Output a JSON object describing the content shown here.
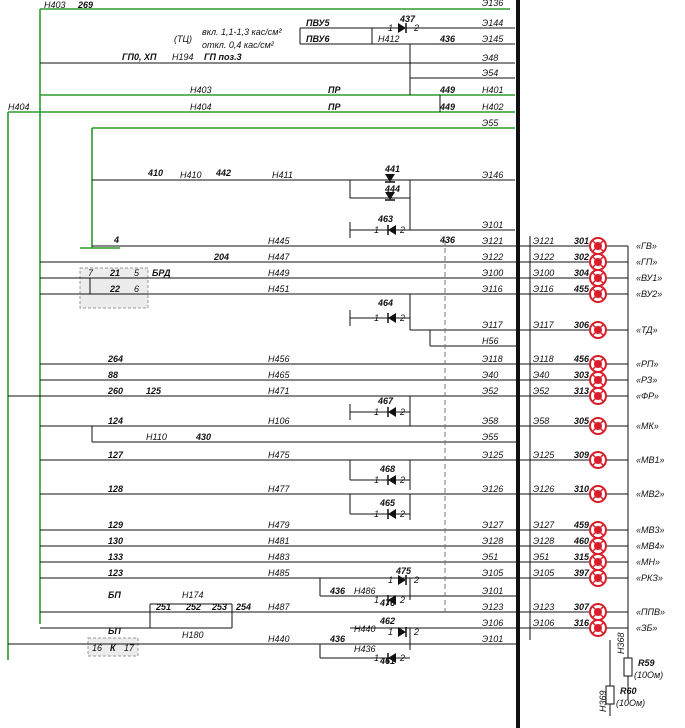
{
  "top": {
    "h403_left": "Н403",
    "c269": "269",
    "tc_label": "(ТЦ)",
    "tc_on": "вкл. 1,1-1,3 кас/см²",
    "tc_off": "откл. 0,4 кас/см²",
    "pvu5": "ПВУ5",
    "pvu6": "ПВУ6",
    "c437": "437",
    "h412": "Н412",
    "c436a": "436",
    "gp0hp": "ГП0, ХП",
    "h194": "Н194",
    "gppoz3": "ГП поз.3",
    "h403": "Н403",
    "pr1": "ПР",
    "c449a": "449",
    "h404_left": "Н404",
    "h404": "Н404",
    "pr2": "ПР",
    "c449b": "449",
    "c410": "410",
    "h410": "Н410",
    "c442": "442",
    "h411": "Н411",
    "d441": "441",
    "d444": "444",
    "d463": "463",
    "d464": "464",
    "d467": "467",
    "d468": "468",
    "d465": "465",
    "d475": "475",
    "d476": "476",
    "d462": "462",
    "d461": "461",
    "c4": "4",
    "h445": "Н445",
    "c436b": "436",
    "c204": "204",
    "h447": "Н447",
    "h449": "Н449",
    "h451": "Н451",
    "brd": "БРД",
    "c7": "7",
    "c21": "21",
    "c5": "5",
    "c22": "22",
    "c6": "6",
    "c264": "264",
    "h456": "Н456",
    "c88": "88",
    "h465": "Н465",
    "c260": "260",
    "c125": "125",
    "h471": "Н471",
    "c124": "124",
    "h106": "Н106",
    "h110": "Н110",
    "c430": "430",
    "c127": "127",
    "h475": "Н475",
    "c128": "128",
    "h477": "Н477",
    "c129": "129",
    "h479": "Н479",
    "c130": "130",
    "h481": "Н481",
    "c133": "133",
    "h483": "Н483",
    "c123": "123",
    "h485": "Н485",
    "c436c": "436",
    "h486": "Н486",
    "bp1": "БП",
    "h174": "Н174",
    "c251": "251",
    "c252": "252",
    "c253": "253",
    "c254": "254",
    "h487": "Н487",
    "h180": "Н180",
    "bp2": "БП",
    "h440": "Н440",
    "c436d": "436",
    "h436": "Н436",
    "h440b": "Н440",
    "k16": "16",
    "kK": "К",
    "k17": "17",
    "one": "1",
    "two": "2"
  },
  "right_terminals": [
    "Э136",
    "Э144",
    "Э145",
    "Э48",
    "Э54",
    "Н401",
    "Н402",
    "Э55",
    "Э146",
    "Э101",
    "Э121",
    "Э122",
    "Э100",
    "Э116",
    "Э117",
    "Н56",
    "Э118",
    "Э40",
    "Э52",
    "Э58",
    "Э55",
    "Э125",
    "Э126",
    "Э127",
    "Э128",
    "Э51",
    "Э105",
    "Э101",
    "Э123",
    "Э106",
    "Э101"
  ],
  "signals": [
    {
      "wire": "Э121",
      "num": "301",
      "name": "«ГВ»"
    },
    {
      "wire": "Э122",
      "num": "302",
      "name": "«ГП»"
    },
    {
      "wire": "Э100",
      "num": "304",
      "name": "«ВУ1»"
    },
    {
      "wire": "Э116",
      "num": "455",
      "name": "«ВУ2»"
    },
    {
      "wire": "Э117",
      "num": "306",
      "name": "«ТД»"
    },
    {
      "wire": "Э118",
      "num": "456",
      "name": "«РП»"
    },
    {
      "wire": "Э40",
      "num": "303",
      "name": "«РЗ»"
    },
    {
      "wire": "Э52",
      "num": "313",
      "name": "«ФР»"
    },
    {
      "wire": "Э58",
      "num": "305",
      "name": "«МК»"
    },
    {
      "wire": "Э125",
      "num": "309",
      "name": "«МВ1»"
    },
    {
      "wire": "Э126",
      "num": "310",
      "name": "«МВ2»"
    },
    {
      "wire": "Э127",
      "num": "459",
      "name": "«МВ3»"
    },
    {
      "wire": "Э128",
      "num": "460",
      "name": "«МВ4»"
    },
    {
      "wire": "Э51",
      "num": "315",
      "name": "«МН»"
    },
    {
      "wire": "Э105",
      "num": "397",
      "name": "«РКЗ»"
    },
    {
      "wire": "Э123",
      "num": "307",
      "name": "«ППВ»"
    },
    {
      "wire": "Э106",
      "num": "316",
      "name": "«ЗБ»"
    }
  ],
  "resistors": {
    "h369": "Н369",
    "h368": "Н368",
    "r59": "R59",
    "r59v": "(10Ом)",
    "r60": "R60",
    "r60v": "(10Ом)"
  },
  "colors": {
    "green": "#2e9a2e",
    "wire": "#111111",
    "lamp": "#d81e2a",
    "box": "#e8e8e8"
  }
}
